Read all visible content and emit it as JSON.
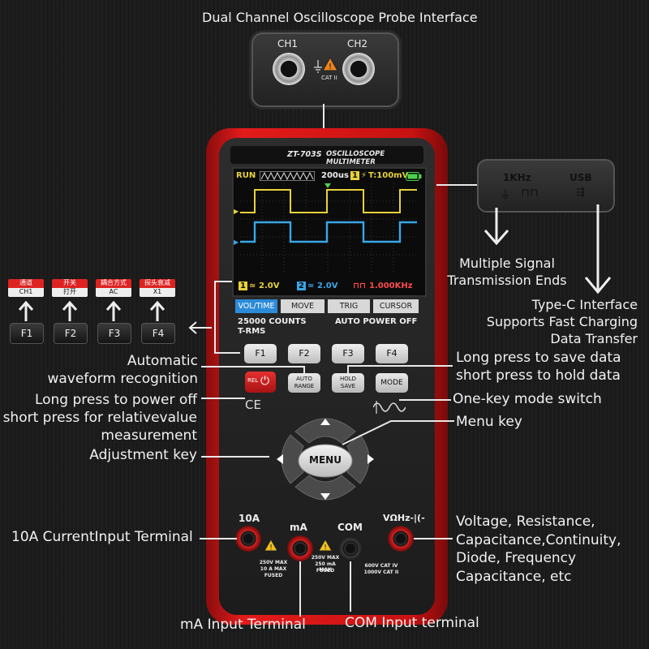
{
  "annotations": {
    "probe": "Dual Channel Oscilloscope Probe Interface",
    "multi_signal": [
      "Multiple Signal",
      "Transmission Ends"
    ],
    "typec": [
      "Type-C Interface",
      "Supports Fast Charging",
      "Data Transfer"
    ],
    "auto_wave": [
      "Automatic",
      "waveform recognition"
    ],
    "long_power": [
      "Long press to power off",
      "short press for relativevalue",
      "measurement"
    ],
    "adjust": "Adjustment key",
    "hold": [
      "Long press to save data",
      "short press to hold data"
    ],
    "mode_switch": "One-key mode switch",
    "menu_key": "Menu key",
    "current_10a": "10A CurrentInput Terminal",
    "voltage": [
      "Voltage, Resistance,",
      "Capacitance,Continuity,",
      "Diode, Frequency",
      "Capacitance, etc"
    ],
    "ma_terminal": "mA Input Terminal",
    "com_terminal": "COM Input terminal"
  },
  "probe_box": {
    "ch1": "CH1",
    "ch2": "CH2",
    "cat": "CAT II"
  },
  "usb_box": {
    "khz": "1KHz",
    "usb": "USB"
  },
  "device": {
    "model": "ZT-703S",
    "name": "OSCILLOSCOPE MULTIMETER",
    "counts": "25000 COUNTS",
    "trms": "T-RMS",
    "auto_off": "AUTO POWER OFF"
  },
  "screen": {
    "run": "RUN",
    "timebase": "200us",
    "trigger_ch": "1",
    "trigger": "T:100mV",
    "ch1_chip": "1",
    "ch1_volt": "2.0V",
    "ch2_chip": "2",
    "ch2_volt": "2.0V",
    "freq": "1.000KHz"
  },
  "menu_tabs": [
    "VOL/TIME",
    "MOVE",
    "TRIG",
    "CURSOR"
  ],
  "fkeys": [
    "F1",
    "F2",
    "F3",
    "F4"
  ],
  "buttons": {
    "rel": "REL",
    "auto": [
      "AUTO",
      "RANGE"
    ],
    "hold": [
      "HOLD",
      "SAVE"
    ],
    "mode": "MODE",
    "menu": "MENU"
  },
  "terminals": {
    "a10": "10A",
    "ma": "mA",
    "com": "COM",
    "v": "VΩHz-|(-",
    "a10_rating": [
      "250V MAX",
      "10 A  MAX",
      "FUSED"
    ],
    "ma_rating": [
      "250V MAX",
      "250 mA MAX",
      "FUSED"
    ],
    "com_rating": [
      "600V CAT IV",
      "1000V CAT II"
    ]
  },
  "left_panel": {
    "tags": [
      {
        "top": "通道",
        "bottom": "CH1"
      },
      {
        "top": "开关",
        "bottom": "打开"
      },
      {
        "top": "耦合方式",
        "bottom": "AC"
      },
      {
        "top": "探头衰减",
        "bottom": "X1"
      }
    ],
    "keys": [
      "F1",
      "F2",
      "F3",
      "F4"
    ]
  },
  "colors": {
    "body_red": "#d81818",
    "ch1_wave": "#e8d23a",
    "ch2_wave": "#3aa6e8",
    "menu_active": "#2c8bd8",
    "freq_red": "#ff4a4a"
  }
}
